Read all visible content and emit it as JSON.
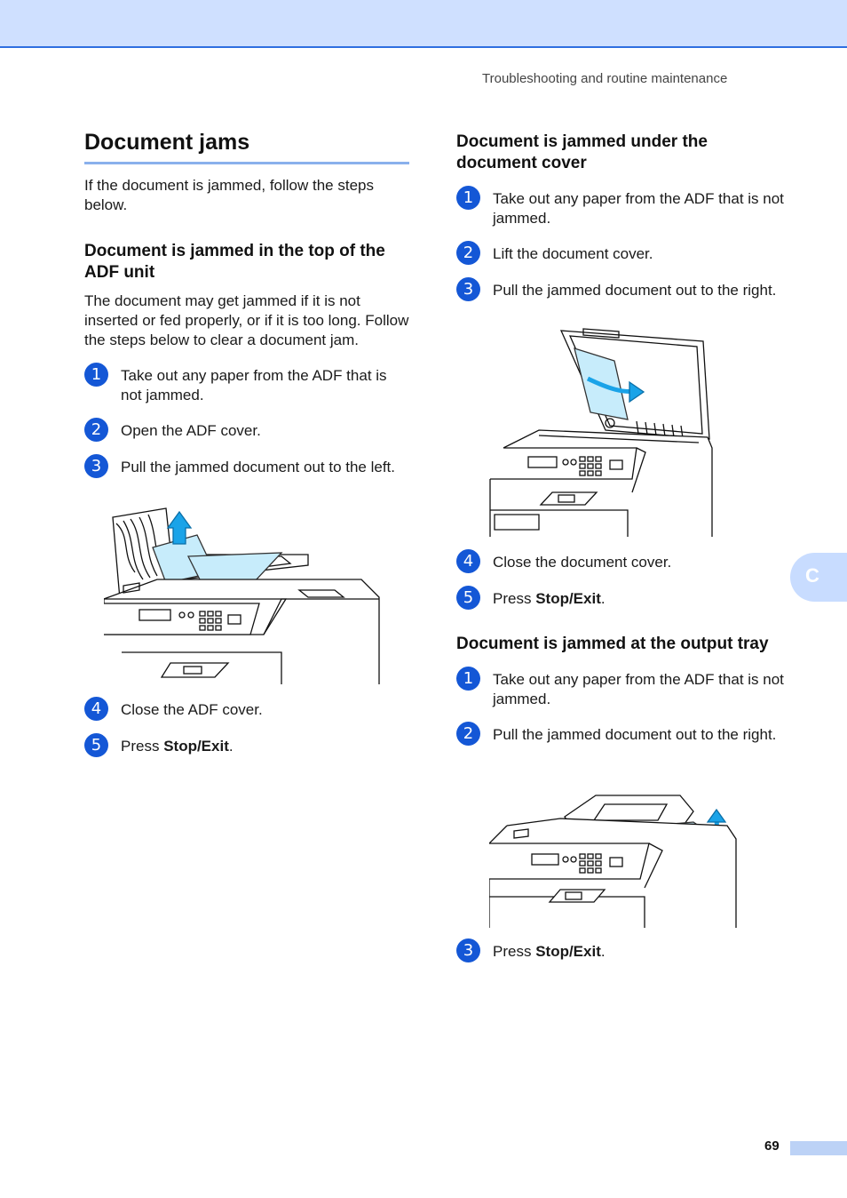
{
  "header": {
    "running_title": "Troubleshooting and routine maintenance"
  },
  "left": {
    "title": "Document jams",
    "intro": "If the document is jammed, follow the steps below.",
    "section1": {
      "heading": "Document is jammed in the top of the ADF unit",
      "body": "The document may get jammed if it is not inserted or fed properly, or if it is too long. Follow the steps below to clear a document jam.",
      "steps": [
        {
          "num": "1",
          "text": "Take out any paper from the ADF that is not jammed."
        },
        {
          "num": "2",
          "text": "Open the ADF cover."
        },
        {
          "num": "3",
          "text": "Pull the jammed document out to the left."
        },
        {
          "num": "4",
          "text": "Close the ADF cover."
        },
        {
          "num": "5",
          "text_prefix": "Press ",
          "text_bold": "Stop/Exit",
          "text_suffix": "."
        }
      ]
    }
  },
  "right": {
    "section2": {
      "heading": "Document is jammed under the document cover",
      "steps": [
        {
          "num": "1",
          "text": "Take out any paper from the ADF that is not jammed."
        },
        {
          "num": "2",
          "text": "Lift the document cover."
        },
        {
          "num": "3",
          "text": "Pull the jammed document out to the right."
        },
        {
          "num": "4",
          "text": "Close the document cover."
        },
        {
          "num": "5",
          "text_prefix": "Press ",
          "text_bold": "Stop/Exit",
          "text_suffix": "."
        }
      ]
    },
    "section3": {
      "heading": "Document is jammed at the output tray",
      "steps": [
        {
          "num": "1",
          "text": "Take out any paper from the ADF that is not jammed."
        },
        {
          "num": "2",
          "text": "Pull the jammed document out to the right."
        },
        {
          "num": "3",
          "text_prefix": "Press ",
          "text_bold": "Stop/Exit",
          "text_suffix": "."
        }
      ]
    }
  },
  "side_tab": {
    "letter": "C"
  },
  "footer": {
    "page_number": "69"
  },
  "colors": {
    "step_circle": "#1457d6",
    "header_band": "#cfe0ff",
    "accent_arrow": "#1aa3e8"
  }
}
